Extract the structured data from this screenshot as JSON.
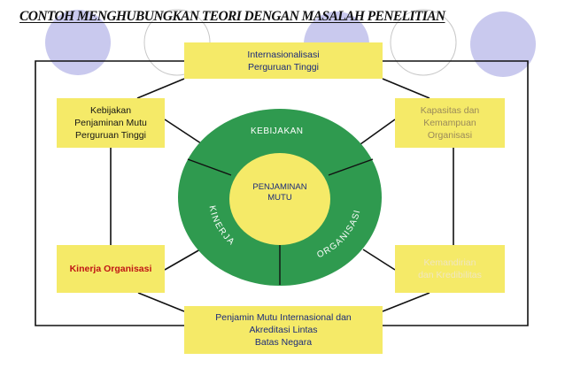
{
  "title": "CONTOH MENGHUBUNGKAN TEORI DENGAN MASALAH PENELITIAN",
  "boxes": {
    "top": {
      "line1": "Internasionalisasi",
      "line2": "Perguruan Tinggi"
    },
    "left_top": {
      "line1": "Kebijakan",
      "line2": "Penjaminan Mutu",
      "line3": "Perguruan Tinggi"
    },
    "right_top": {
      "line1": "Kapasitas dan",
      "line2": "Kemampuan",
      "line3": "Organisasi"
    },
    "left_bottom": {
      "line1": "Kinerja Organisasi"
    },
    "right_bottom": {
      "line1": "Kemandirian",
      "line2": "dan Kredibilitas"
    },
    "bottom": {
      "line1": "Penjamin Mutu Internasional dan",
      "line2": "Akreditasi Lintas",
      "line3": "Batas Negara"
    }
  },
  "circle": {
    "center": {
      "line1": "PENJAMINAN",
      "line2": "MUTU"
    },
    "top": "KEBIJAKAN",
    "left": "KINERJA",
    "right": "ORGANISASI"
  },
  "colors": {
    "box_fill": "#f5ea68",
    "ring_green": "#2f9a4f",
    "inner_fill": "#f5ea68",
    "decor_circle": "#c9c9ee",
    "line": "#111111"
  }
}
